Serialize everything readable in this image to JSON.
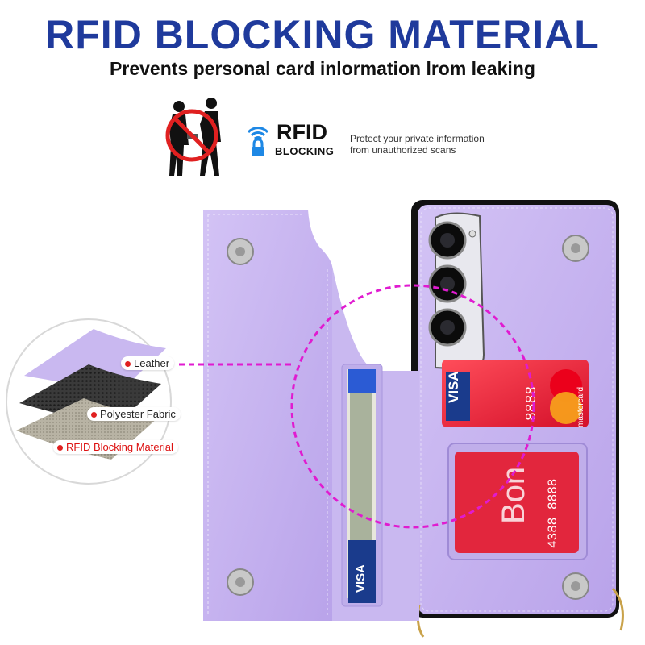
{
  "header": {
    "title": "RFID BLOCKING MATERIAL",
    "subtitle": "Prevents personal card inlormation lrom leaking"
  },
  "badge": {
    "rfid": "RFID",
    "blocking": "BLOCKING",
    "protect_line1": "Protect your private information",
    "protect_line2": "from unauthorized scans"
  },
  "layers": {
    "leather": "Leather",
    "fabric": "Polyester Fabric",
    "rfid_material": "RFID Blocking Material"
  },
  "colors": {
    "title": "#1f3a9c",
    "case": "#c7b4ee",
    "accent_ring": "#e01bd0",
    "label_dot": "#e02020"
  }
}
